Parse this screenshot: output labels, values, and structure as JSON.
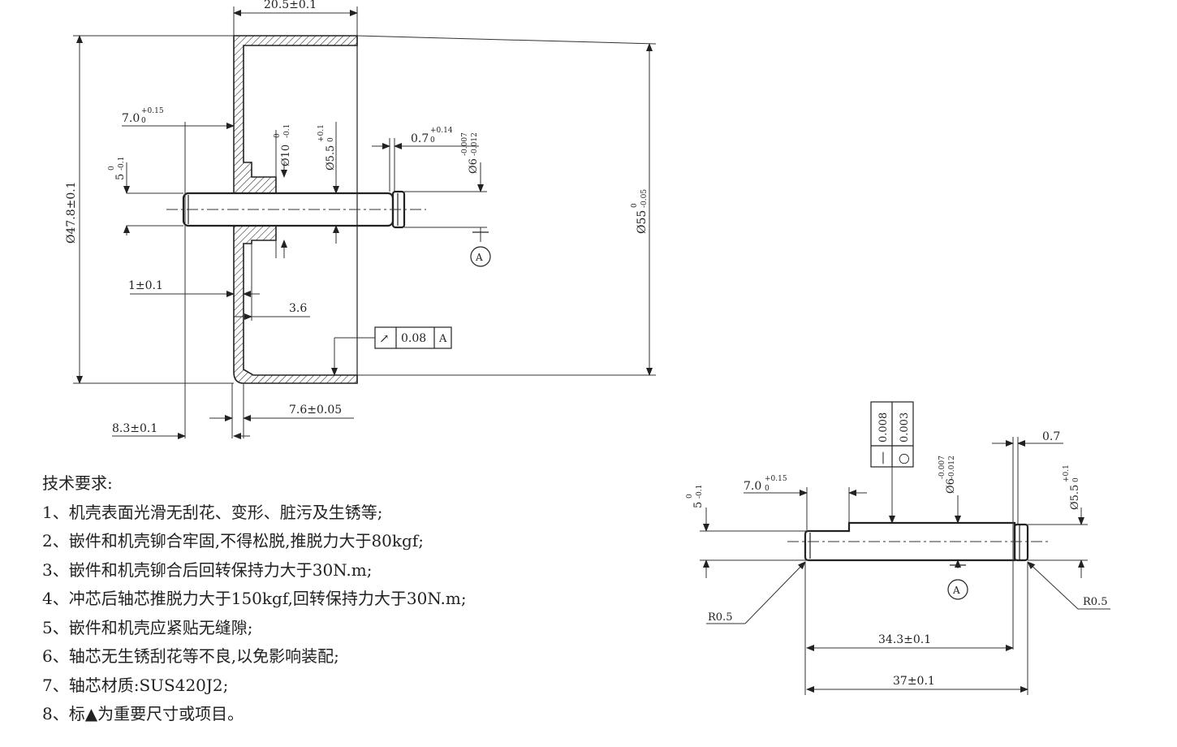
{
  "drawing": {
    "housing": {
      "dims": {
        "width_top": "20.5±0.1",
        "outer_dia": "Ø47.8±0.1",
        "flange_dia": "Ø55",
        "flange_dia_upper": "0",
        "flange_dia_lower": "-0.05",
        "boss_len": "7.0",
        "boss_len_tol_upper": "+0.15",
        "boss_len_tol_lower": "0",
        "boss_dia": "Ø10",
        "boss_dia_upper": "0",
        "boss_dia_lower": "-0.1",
        "shaft_dia": "Ø5.5",
        "shaft_dia_upper": "+0.1",
        "shaft_dia_lower": "0",
        "groove_w": "0.7",
        "groove_w_upper": "+0.14",
        "groove_w_lower": "0",
        "pin_dia": "Ø6",
        "pin_dia_upper": "-0.007",
        "pin_dia_lower": "-0.012",
        "small_dia": "5",
        "small_dia_upper": "0",
        "small_dia_lower": "-0.1",
        "wall": "1±0.1",
        "step": "3.6",
        "depth": "7.6±0.05",
        "offset": "8.3±0.1"
      },
      "runout": {
        "symbol": "↗",
        "value": "0.08",
        "datum": "A"
      },
      "datum_label": "A"
    },
    "shaft": {
      "dims": {
        "step_len": "7.0",
        "step_len_upper": "+0.15",
        "step_len_lower": "0",
        "small_dia": "5",
        "small_dia_upper": "0",
        "small_dia_lower": "-0.1",
        "pin_dia": "Ø6",
        "pin_dia_upper": "-0.007",
        "pin_dia_lower": "-0.012",
        "groove": "0.7",
        "end_dia": "Ø5.5",
        "end_dia_upper": "+0.1",
        "end_dia_lower": "0",
        "length_inner": "34.3±0.1",
        "length_total": "37±0.1",
        "radius_left": "R0.5",
        "radius_right": "R0.5"
      },
      "straightness": {
        "symbol": "—",
        "value": "0.008"
      },
      "circularity": {
        "symbol": "○",
        "value": "0.003"
      },
      "datum_label": "A"
    }
  },
  "notes": {
    "heading": "技术要求:",
    "items": [
      "1、机壳表面光滑无刮花、变形、脏污及生锈等;",
      "2、嵌件和机壳铆合牢固,不得松脱,推脱力大于80kgf;",
      "3、嵌件和机壳铆合后回转保持力大于30N.m;",
      "4、冲芯后轴芯推脱力大于150kgf,回转保持力大于30N.m;",
      "5、嵌件和机壳应紧贴无缝隙;",
      "6、轴芯无生锈刮花等不良,以免影响装配;",
      "7、轴芯材质:SUS420J2;",
      "8、标▲为重要尺寸或项目。"
    ]
  }
}
